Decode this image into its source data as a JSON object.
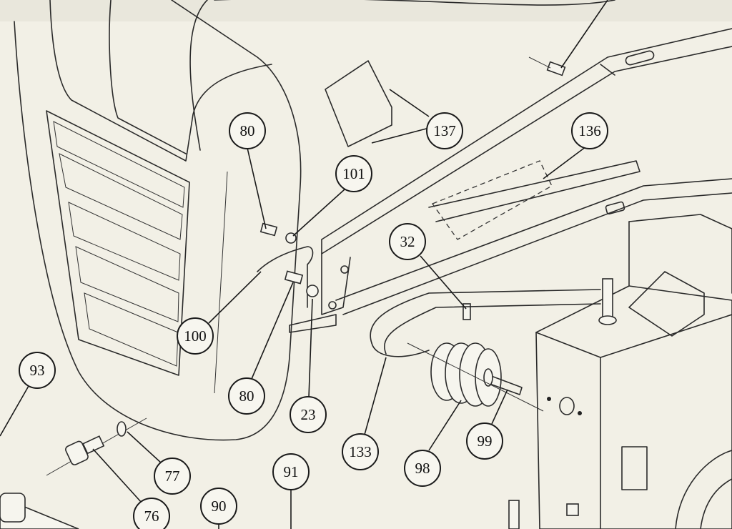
{
  "diagram": {
    "type": "exploded parts diagram",
    "callouts": [
      {
        "id": "c80a",
        "label": "80"
      },
      {
        "id": "c101",
        "label": "101"
      },
      {
        "id": "c137",
        "label": "137"
      },
      {
        "id": "c136",
        "label": "136"
      },
      {
        "id": "c32",
        "label": "32"
      },
      {
        "id": "c100",
        "label": "100"
      },
      {
        "id": "c80b",
        "label": "80"
      },
      {
        "id": "c23",
        "label": "23"
      },
      {
        "id": "c93",
        "label": "93"
      },
      {
        "id": "c133",
        "label": "133"
      },
      {
        "id": "c98",
        "label": "98"
      },
      {
        "id": "c99",
        "label": "99"
      },
      {
        "id": "c77",
        "label": "77"
      },
      {
        "id": "c76",
        "label": "76"
      },
      {
        "id": "c90",
        "label": "90"
      },
      {
        "id": "c91",
        "label": "91"
      }
    ],
    "colors": {
      "paper": "#f2f0e6",
      "ink": "#2a2a2a"
    }
  }
}
